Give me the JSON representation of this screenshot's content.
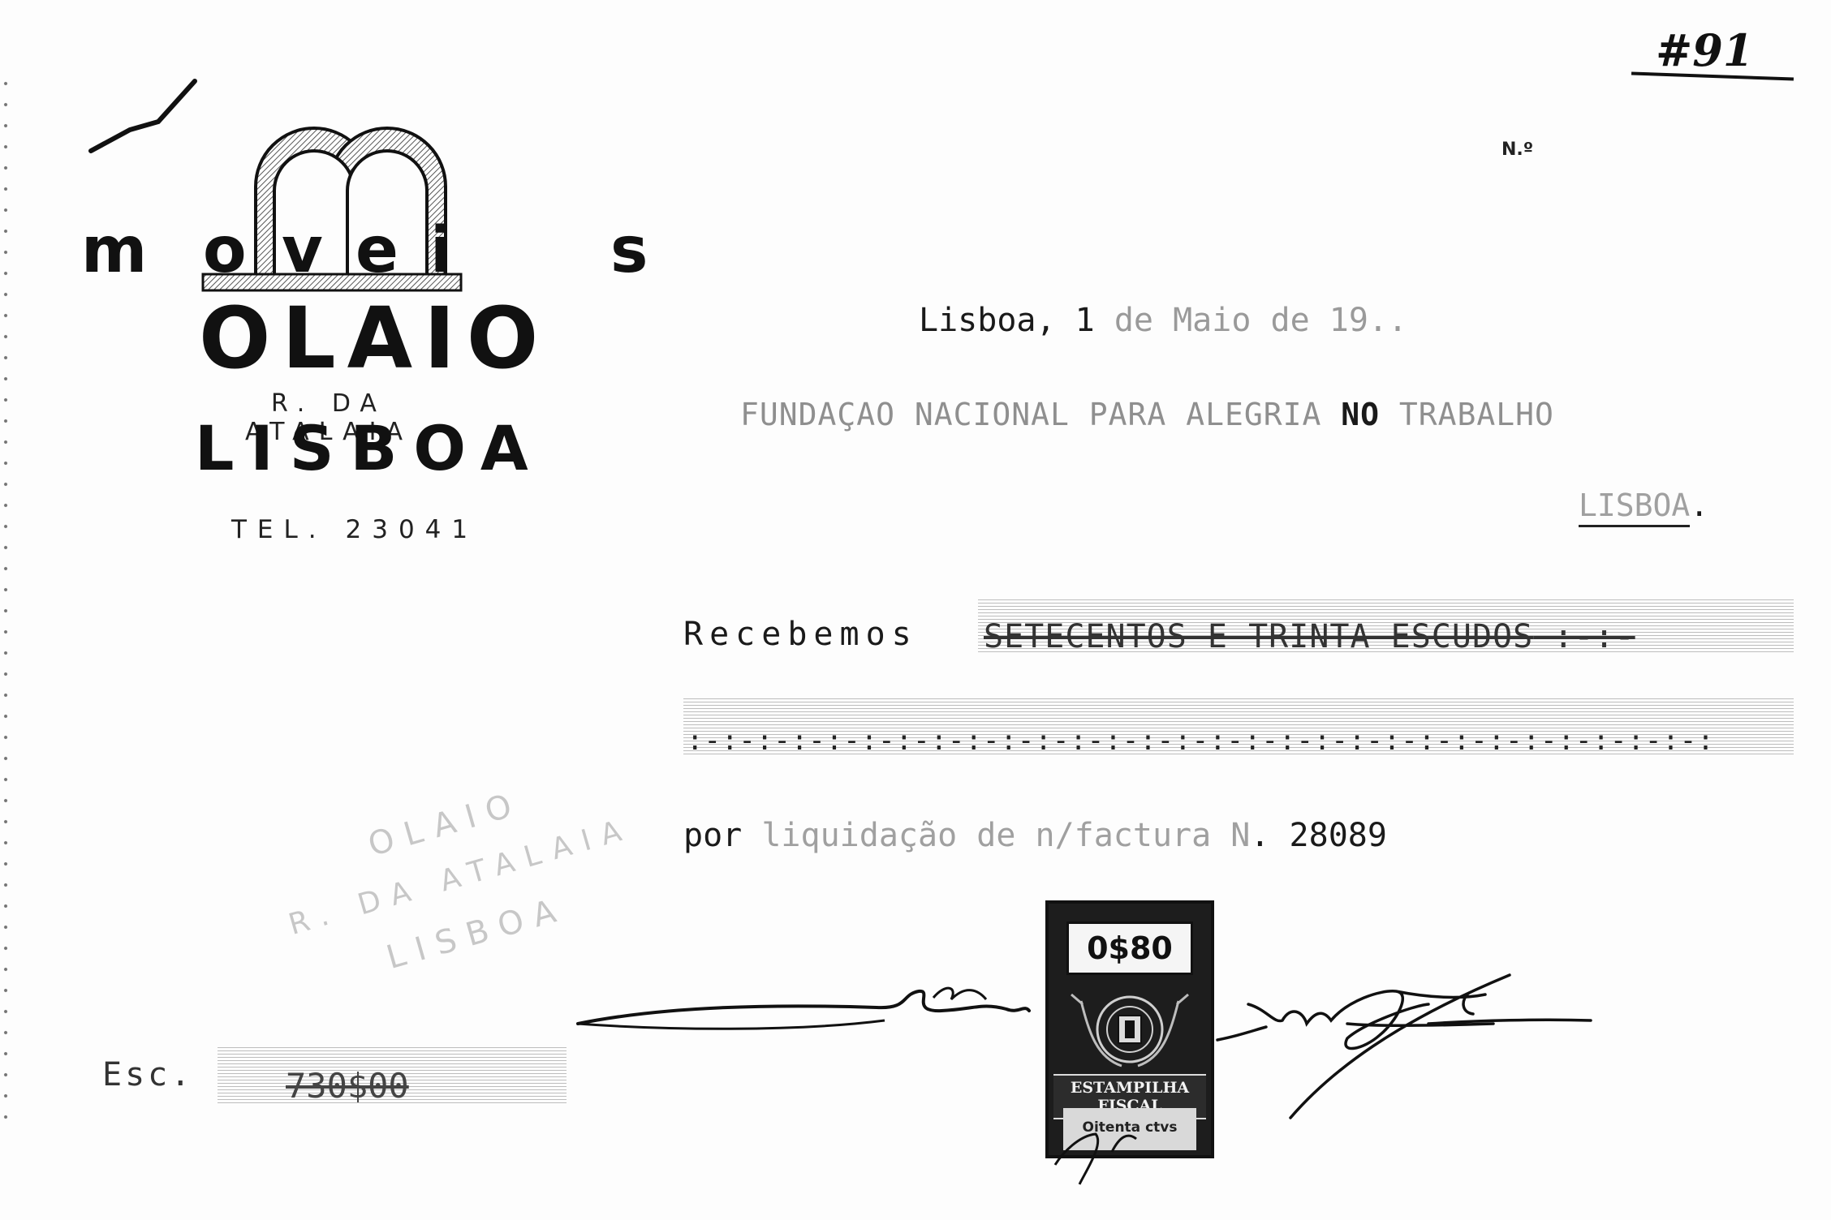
{
  "receipt": {
    "receipt_id": "#91",
    "number_label": "N.º"
  },
  "letterhead": {
    "brand_word": "MOVEIS",
    "brand_letters": [
      "m",
      "o",
      "v",
      "e",
      "i",
      "s"
    ],
    "company": "OLAIO",
    "street": "R. DA ATALAIA",
    "city": "LISBOA",
    "telephone": "TEL. 23041"
  },
  "header": {
    "date_place": "Lisboa, 1",
    "date_rest": " de Maio de 19..",
    "addressee_a": "FUNDAÇAO NACIONAL PARA ALEGRIA ",
    "addressee_b": "NO",
    "addressee_c": " TRABALHO",
    "addressee_city": "LISBOA",
    "addressee_city_end": "."
  },
  "body": {
    "received_label": "Recebemos",
    "amount_in_words": "SETECENTOS E TRINTA ESCUDOS",
    "amount_words_tail": " :-:-",
    "filler": ":-:-:-:-:-:-:-:-:-:-:-:-:-:-:-:-:-:-:-:-:-:-:-:-:-:-:-:-:-:",
    "purpose_prefix": "por",
    "purpose_text": " liquidação de n/factura N",
    "invoice_number": ". 28089"
  },
  "footer": {
    "currency_label": "Esc.",
    "amount_figure": "730$00"
  },
  "faded_stamp": {
    "line1": "OLAIO",
    "line2": "R. DA ATALAIA",
    "line3": "LISBOA"
  },
  "fiscal_stamp": {
    "value": "0$80",
    "name": "ESTAMPILHA FISCAL",
    "value_words": "Oitenta ctvs"
  }
}
